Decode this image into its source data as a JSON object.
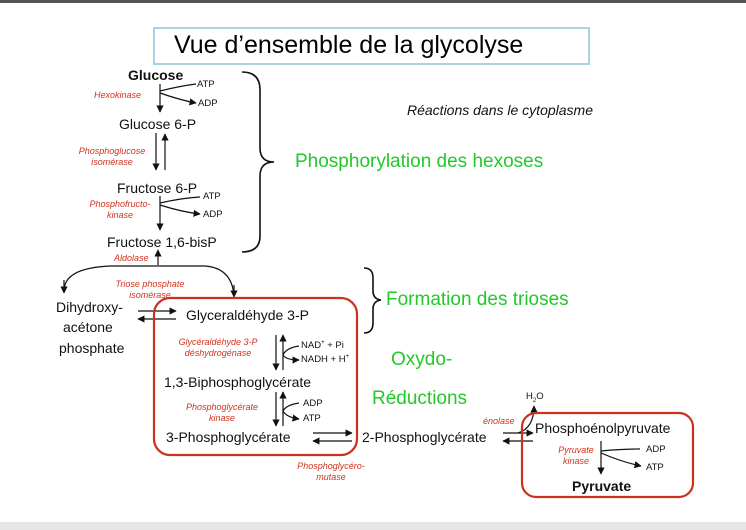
{
  "title": "Vue d’ensemble de la glycolyse",
  "cytoplasm_note": "Réactions dans le cytoplasme",
  "sections": {
    "phosphorylation": "Phosphorylation des hexoses",
    "triose_formation": "Formation des trioses",
    "oxido_line1": "Oxydo-",
    "oxido_line2": "Réductions"
  },
  "molecules": {
    "glucose": "Glucose",
    "g6p": "Glucose 6-P",
    "f6p": "Fructose 6-P",
    "f16bp": "Fructose 1,6-bisP",
    "dhap_line1": "Dihydroxy-",
    "dhap_line2": "acétone",
    "dhap_line3": "phosphate",
    "g3p": "Glyceraldéhyde 3-P",
    "bpg13": "1,3-Biphosphoglycérate",
    "pg3": "3-Phosphoglycérate",
    "pg2": "2-Phosphoglycérate",
    "pep": "Phosphoénolpyruvate",
    "pyruvate": "Pyruvate"
  },
  "enzymes": {
    "hexokinase": "Hexokinase",
    "pgi_line1": "Phosphoglucose",
    "pgi_line2": "isomérase",
    "pfk_line1": "Phosphofructo-",
    "pfk_line2": "kinase",
    "aldolase": "Aldolase",
    "tpi_line1": "Triose phosphate",
    "tpi_line2": "isomérase",
    "gapdh_line1": "Glycéraldéhyde 3-P",
    "gapdh_line2": "déshydrogénase",
    "pgk_line1": "Phosphoglycérate",
    "pgk_line2": "kinase",
    "pgm_line1": "Phosphoglycéro-",
    "pgm_line2": "mutase",
    "enolase": "énolase",
    "pk_line1": "Pyruvate",
    "pk_line2": "kinase"
  },
  "cofactors": {
    "atp": "ATP",
    "adp": "ADP",
    "nad": "NAD",
    "nad_sup": "+",
    "pi": " + Pi",
    "nadh": "NADH + H",
    "nadh_sup": "+",
    "h2o": "H",
    "h2o_sub": "2",
    "h2o_o": "O"
  },
  "colors": {
    "section_green": "#22c92a",
    "enzyme_red": "#d2321c",
    "box_red": "#c8321f",
    "title_border": "#a9d2e4"
  }
}
